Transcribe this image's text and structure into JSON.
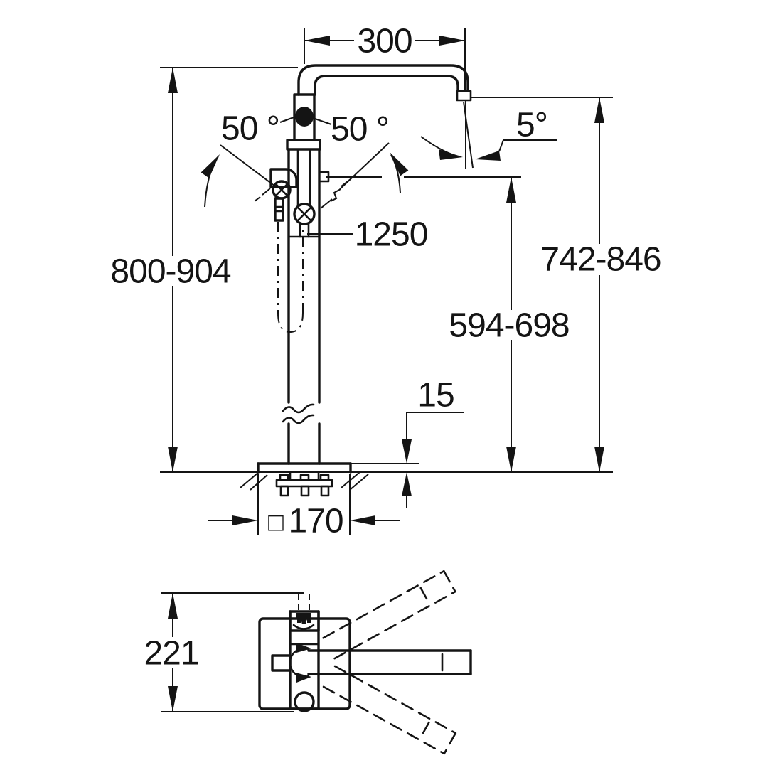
{
  "drawing": {
    "kind": "technical-dimension-drawing",
    "subject": "floor-standing bath mixer with hand shower, front view and plan view"
  },
  "dimensions": {
    "spout_reach": "300",
    "lever_angle_left": "50 °",
    "lever_angle_right": "50 °",
    "outlet_stream_angle": "5°",
    "shower_hose_length": "1250",
    "overall_height_range": "800-904",
    "spout_outlet_height_range": "742-846",
    "hand_shower_height_range": "594-698",
    "base_plate_height": "15",
    "base_plate_square_symbol": "□",
    "base_plate_square_size": "170",
    "plan_view_depth": "221"
  },
  "colors": {
    "line": "#141414",
    "background": "#ffffff"
  }
}
